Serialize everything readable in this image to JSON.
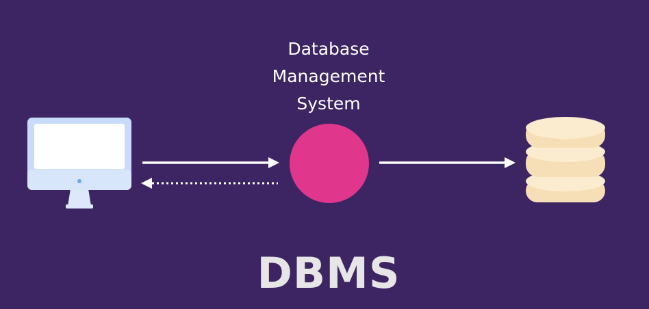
{
  "diagram": {
    "dbms_label_lines": [
      "Database",
      "Management",
      "System"
    ],
    "title": "DBMS",
    "nodes": [
      {
        "id": "client",
        "icon": "computer-monitor-icon"
      },
      {
        "id": "dbms",
        "icon": "circle-node"
      },
      {
        "id": "database",
        "icon": "database-stack-icon"
      }
    ],
    "edges": [
      {
        "from": "client",
        "to": "dbms",
        "style": "solid"
      },
      {
        "from": "dbms",
        "to": "client",
        "style": "dotted"
      },
      {
        "from": "dbms",
        "to": "database",
        "style": "solid"
      }
    ],
    "colors": {
      "background": "#3d2564",
      "dbms_node": "#e0368b",
      "monitor_frame": "#cfe0fb",
      "monitor_screen": "#ffffff",
      "database": "#f7dfb4",
      "arrows": "#ffffff",
      "title": "#e6e6e6"
    }
  }
}
